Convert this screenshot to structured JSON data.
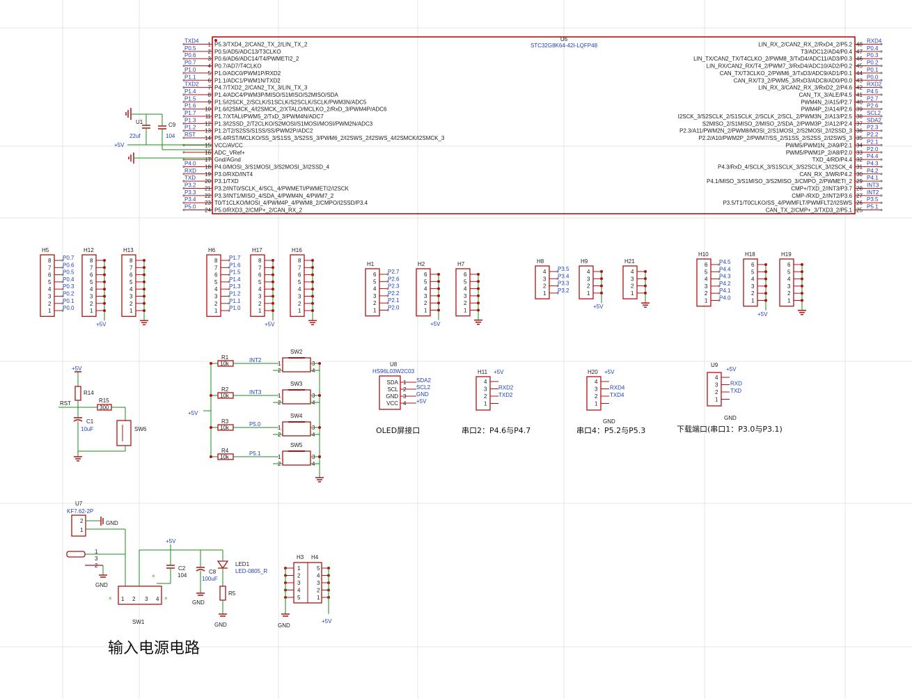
{
  "colors": {
    "component": "#b01010",
    "wire": "#1a8a1a",
    "net_label": "#1f3fb8",
    "text": "#1a1a1a",
    "grid": "#e4e4e4",
    "pin_dot": "#888888"
  },
  "mcu": {
    "ref": "U6",
    "part": "STC32G8K64-42I-LQFP48",
    "left_pins": [
      {
        "num": "1",
        "name": "P5.3/TXD4_2/CAN2_TX_2/LIN_TX_2",
        "net": "TXD4"
      },
      {
        "num": "2",
        "name": "P0.5/AD5/ADC13/T3CLKO",
        "net": "P0.5"
      },
      {
        "num": "3",
        "name": "P0.6/AD6/ADC14/T4/PWMETI2_2",
        "net": "P0.6"
      },
      {
        "num": "4",
        "name": "P0.7/AD7/T4CLKO",
        "net": "P0.7"
      },
      {
        "num": "5",
        "name": "P1.0/ADC0/PWM1P/RXD2",
        "net": "P1.0"
      },
      {
        "num": "6",
        "name": "P1.1/ADC1/PWM1N/TXD2",
        "net": "P1.1"
      },
      {
        "num": "7",
        "name": "P4.7/TXD2_2/CAN2_TX_3/LIN_TX_3",
        "net": "TXD2"
      },
      {
        "num": "8",
        "name": "P1.4/ADC4/PWM3P/MISO/S1MISO/S2MISO/SDA",
        "net": "P1.4"
      },
      {
        "num": "9",
        "name": "P1.5/I2SCK_2/SCLK/S1SCLK/S2SCLK/SCLK/PWM3N/ADC5",
        "net": "P1.5"
      },
      {
        "num": "10",
        "name": "P1.6/I2SMCK_4/I2SMCK_2/XTALO/MCLKO_2/RxD_3/PWM4P/ADC6",
        "net": "P1.6"
      },
      {
        "num": "11",
        "name": "P1.7/XTALI/PWM5_2/TxD_3/PWM4N/ADC7",
        "net": "P1.7"
      },
      {
        "num": "12",
        "name": "P1.3/I2SSD_2/T2CLKO/S2MOSI/S1MOSI/MOSI/PWM2N/ADC3",
        "net": "P1.3"
      },
      {
        "num": "13",
        "name": "P1.2/T2/S2SS/S1SS/SS/PWM2P/ADC2",
        "net": "P1.2"
      },
      {
        "num": "14",
        "name": "P5.4/RST/MCLKO/SS_3/S1SS_3/S2SS_3/PWM6_2/I2SWS_2/I2SWS_4/I2SMCK/I2SMCK_3",
        "net": "RST"
      },
      {
        "num": "15",
        "name": "VCC/AVCC",
        "net": ""
      },
      {
        "num": "16",
        "name": "ADC_VRef+",
        "net": ""
      },
      {
        "num": "17",
        "name": "Gnd/AGnd",
        "net": ""
      },
      {
        "num": "18",
        "name": "P4.0/MOSI_3/S1MOSI_3/S2MOSI_3/I2SSD_4",
        "net": "P4.0"
      },
      {
        "num": "19",
        "name": "P3.0/RXD/INT4",
        "net": "RXD"
      },
      {
        "num": "20",
        "name": "P3.1/TXD",
        "net": "TXD"
      },
      {
        "num": "21",
        "name": "P3.2/INT0/SCLK_4/SCL_4/PWMETI/PWMETI2/I2SCK",
        "net": "P3.2"
      },
      {
        "num": "22",
        "name": "P3.3/INT1/MISO_4/SDA_4/PWM4N_4/PWM7_2",
        "net": "P3.3"
      },
      {
        "num": "23",
        "name": "T0/T1CLKO/MOSI_4/PWM4P_4/PWM8_2/CMPO/I2SSD/P3.4",
        "net": "P3.4"
      },
      {
        "num": "24",
        "name": "P5.0/RXD3_2/CMP+_2/CAN_RX_2",
        "net": "P5.0"
      }
    ],
    "right_pins": [
      {
        "num": "48",
        "name": "LIN_RX_2/CAN2_RX_2/RxD4_2/P5.2",
        "net": "RXD4"
      },
      {
        "num": "47",
        "name": "T3/ADC12/AD4/P0.4",
        "net": "P0.4"
      },
      {
        "num": "46",
        "name": "LIN_TX/CAN2_TX/T4CLKO_2/PWM8_3/TxD4/ADC11/AD3/P0.3",
        "net": "P0.3"
      },
      {
        "num": "45",
        "name": "LIN_RX/CAN2_RX/T4_2/PWM7_3/RxD4/ADC10/AD2/P0.2",
        "net": "P0.2"
      },
      {
        "num": "44",
        "name": "CAN_TX/T3CLKO_2/PWM6_3/TxD3/ADC9/AD1/P0.1",
        "net": "P0.1"
      },
      {
        "num": "43",
        "name": "CAN_RX/T3_2/PWM5_3/RxD3/ADC8/AD0/P0.0",
        "net": "P0.0"
      },
      {
        "num": "42",
        "name": "LIN_RX_3/CAN2_RX_3/RxD2_2/P4.6",
        "net": "RXD2"
      },
      {
        "num": "41",
        "name": "CAN_TX_3/ALE/P4.5",
        "net": "P4.5"
      },
      {
        "num": "40",
        "name": "PWM4N_2/A15/P2.7",
        "net": "P2.7"
      },
      {
        "num": "39",
        "name": "PWM4P_2/A14/P2.6",
        "net": "P2.6"
      },
      {
        "num": "38",
        "name": "I2SCK_3/S2SCLK_2/S1SCLK_2/SCLK_2/SCL_2/PWM3N_2/A13/P2.5",
        "net": "SCL2"
      },
      {
        "num": "37",
        "name": "S2MISO_2/S1MISO_2/MISO_2/SDA_2/PWM3P_2/A12/P2.4",
        "net": "SDA2"
      },
      {
        "num": "36",
        "name": "P2.3/A11/PWM2N_2/PWM8/MOSI_2/S1MOSI_2/S2MOSI_2/I2SSD_3",
        "net": "P2.3"
      },
      {
        "num": "35",
        "name": "P2.2/A10/PWM2P_2/PWM7/SS_2/S1SS_2/S2SS_2/I2SWS_3",
        "net": "P2.2"
      },
      {
        "num": "34",
        "name": "PWM5/PWM1N_2/A9/P2.1",
        "net": "P2.1"
      },
      {
        "num": "33",
        "name": "PWM5/PWM1P_2/A8/P2.0",
        "net": "P2.0"
      },
      {
        "num": "32",
        "name": "TXD_4/RD/P4.4",
        "net": "P4.4"
      },
      {
        "num": "31",
        "name": "P4.3/RxD_4/SCLK_3/S1SCLK_3/S2SCLK_3/I2SCK_4",
        "net": "P4.3"
      },
      {
        "num": "30",
        "name": "CAN_RX_3/WR/P4.2",
        "net": "P4.2"
      },
      {
        "num": "29",
        "name": "P4.1/MISO_3/S1MISO_3/S2MISO_3/CMPO_2/PWMETI_2",
        "net": "P4.1"
      },
      {
        "num": "28",
        "name": "CMP+/TXD_2/INT3/P3.7",
        "net": "INT3"
      },
      {
        "num": "27",
        "name": "CMP-/RXD_2/INT2/P3.6",
        "net": "INT2"
      },
      {
        "num": "26",
        "name": "P3.5/T1/T0CLKO/SS_4/PWMFLT/PWMFLT2/I2SWS",
        "net": "P3.5"
      },
      {
        "num": "25",
        "name": "CAN_TX_2/CMP+_3/TXD3_2/P5.1",
        "net": "P5.1"
      }
    ]
  },
  "decoupling": {
    "u1": "U1",
    "c_22": "22uf",
    "c9": "C9",
    "c9_val": "104",
    "vcc": "+5V"
  },
  "headers": [
    {
      "ref": "H5",
      "pins": 8,
      "nets": [
        "P0.7",
        "P0.6",
        "P0.5",
        "P0.4",
        "P0.3",
        "P0.2",
        "P0.1",
        "P0.0"
      ],
      "tail": ""
    },
    {
      "ref": "H12",
      "pins": 8,
      "nets": [],
      "tail": "+5V"
    },
    {
      "ref": "H13",
      "pins": 8,
      "nets": [],
      "tail": "GND"
    },
    {
      "ref": "H6",
      "pins": 8,
      "nets": [
        "P1.7",
        "P1.6",
        "P1.5",
        "P1.4",
        "P1.3",
        "P1.2",
        "P1.1",
        "P1.0"
      ],
      "tail": ""
    },
    {
      "ref": "H17",
      "pins": 8,
      "nets": [],
      "tail": "+5V"
    },
    {
      "ref": "H16",
      "pins": 8,
      "nets": [],
      "tail": "GND"
    },
    {
      "ref": "H1",
      "pins": 6,
      "nets": [
        "P2.7",
        "P2.6",
        "P2.3",
        "P2.2",
        "P2.1",
        "P2.0"
      ],
      "tail": ""
    },
    {
      "ref": "H2",
      "pins": 6,
      "nets": [],
      "tail": "+5V"
    },
    {
      "ref": "H7",
      "pins": 6,
      "nets": [],
      "tail": "GND"
    },
    {
      "ref": "H8",
      "pins": 4,
      "nets": [
        "P3.5",
        "P3.4",
        "P3.3",
        "P3.2"
      ],
      "tail": ""
    },
    {
      "ref": "H9",
      "pins": 4,
      "nets": [],
      "tail": "+5V"
    },
    {
      "ref": "H21",
      "pins": 4,
      "nets": [],
      "tail": "GND"
    },
    {
      "ref": "H10",
      "pins": 6,
      "nets": [
        "P4.5",
        "P4.4",
        "P4.3",
        "P4.2",
        "P4.1",
        "P4.0"
      ],
      "tail": ""
    },
    {
      "ref": "H18",
      "pins": 6,
      "nets": [],
      "tail": "+5V"
    },
    {
      "ref": "H19",
      "pins": 6,
      "nets": [],
      "tail": "GND"
    }
  ],
  "reset": {
    "vcc": "+5V",
    "r14": "R14",
    "rst": "RST",
    "r15": "R15",
    "r15_val": "300",
    "c1": "C1",
    "c1_val": "10uF",
    "sw": "SW6"
  },
  "buttons": {
    "vcc": "+5V",
    "rows": [
      {
        "r": "R1",
        "val": "10k",
        "net": "INT2",
        "sw": "SW2"
      },
      {
        "r": "R2",
        "val": "10k",
        "net": "INT3",
        "sw": "SW3"
      },
      {
        "r": "R3",
        "val": "10k",
        "net": "P5.0",
        "sw": "SW4"
      },
      {
        "r": "R4",
        "val": "10k",
        "net": "P5.1",
        "sw": "SW5"
      }
    ]
  },
  "oled": {
    "ref": "U8",
    "part": "HS96L03W2C03",
    "pins": [
      "SDA",
      "SCL",
      "GND",
      "VCC"
    ],
    "nets": [
      "SDA2",
      "SCL2",
      "GND",
      "+5V"
    ],
    "caption": "OLED屏接口"
  },
  "uart2": {
    "ref": "H11",
    "vcc": "+5V",
    "nets": [
      "RXD2",
      "TXD2"
    ],
    "caption": "串口2：P4.6与P4.7"
  },
  "uart4": {
    "ref": "H20",
    "vcc": "+5V",
    "gnd": "GND",
    "nets": [
      "RXD4",
      "TXD4"
    ],
    "caption": "串口4：P5.2与P5.3"
  },
  "download": {
    "ref": "U9",
    "vcc": "+5V",
    "gnd": "GND",
    "nets": [
      "RXD",
      "TXD"
    ],
    "caption": "下载端口(串口1：P3.0与P3.1)"
  },
  "power": {
    "u7": "U7",
    "u7_part": "KF7.62-2P",
    "gnd": "GND",
    "vcc": "+5V",
    "c2": "C2",
    "c2_val": "104",
    "c8": "C8",
    "c8_val": "100uF",
    "led": "LED1",
    "led_part": "LED-0805_R",
    "r5": "R5",
    "sw1": "SW1",
    "h3": "H3",
    "h4": "H4",
    "title": "输入电源电路"
  }
}
